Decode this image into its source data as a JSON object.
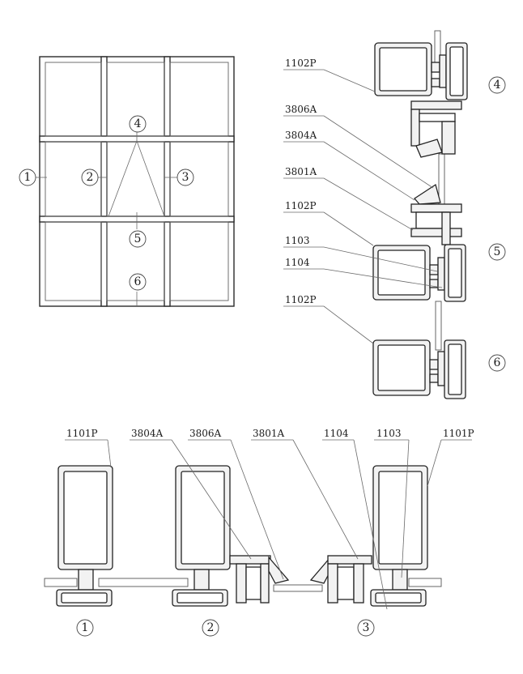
{
  "elevation": {
    "callouts": [
      "1",
      "2",
      "3",
      "4",
      "5",
      "6"
    ]
  },
  "vertical_section": {
    "labels": [
      "1102P",
      "3806A",
      "3804A",
      "3801A",
      "1102P",
      "1103",
      "1104",
      "1102P"
    ],
    "callouts": [
      "4",
      "5",
      "6"
    ]
  },
  "horizontal_section": {
    "labels": [
      "1101P",
      "3804A",
      "3806A",
      "3801A",
      "1104",
      "1103",
      "1101P"
    ],
    "callouts": [
      "1",
      "2",
      "3"
    ]
  }
}
